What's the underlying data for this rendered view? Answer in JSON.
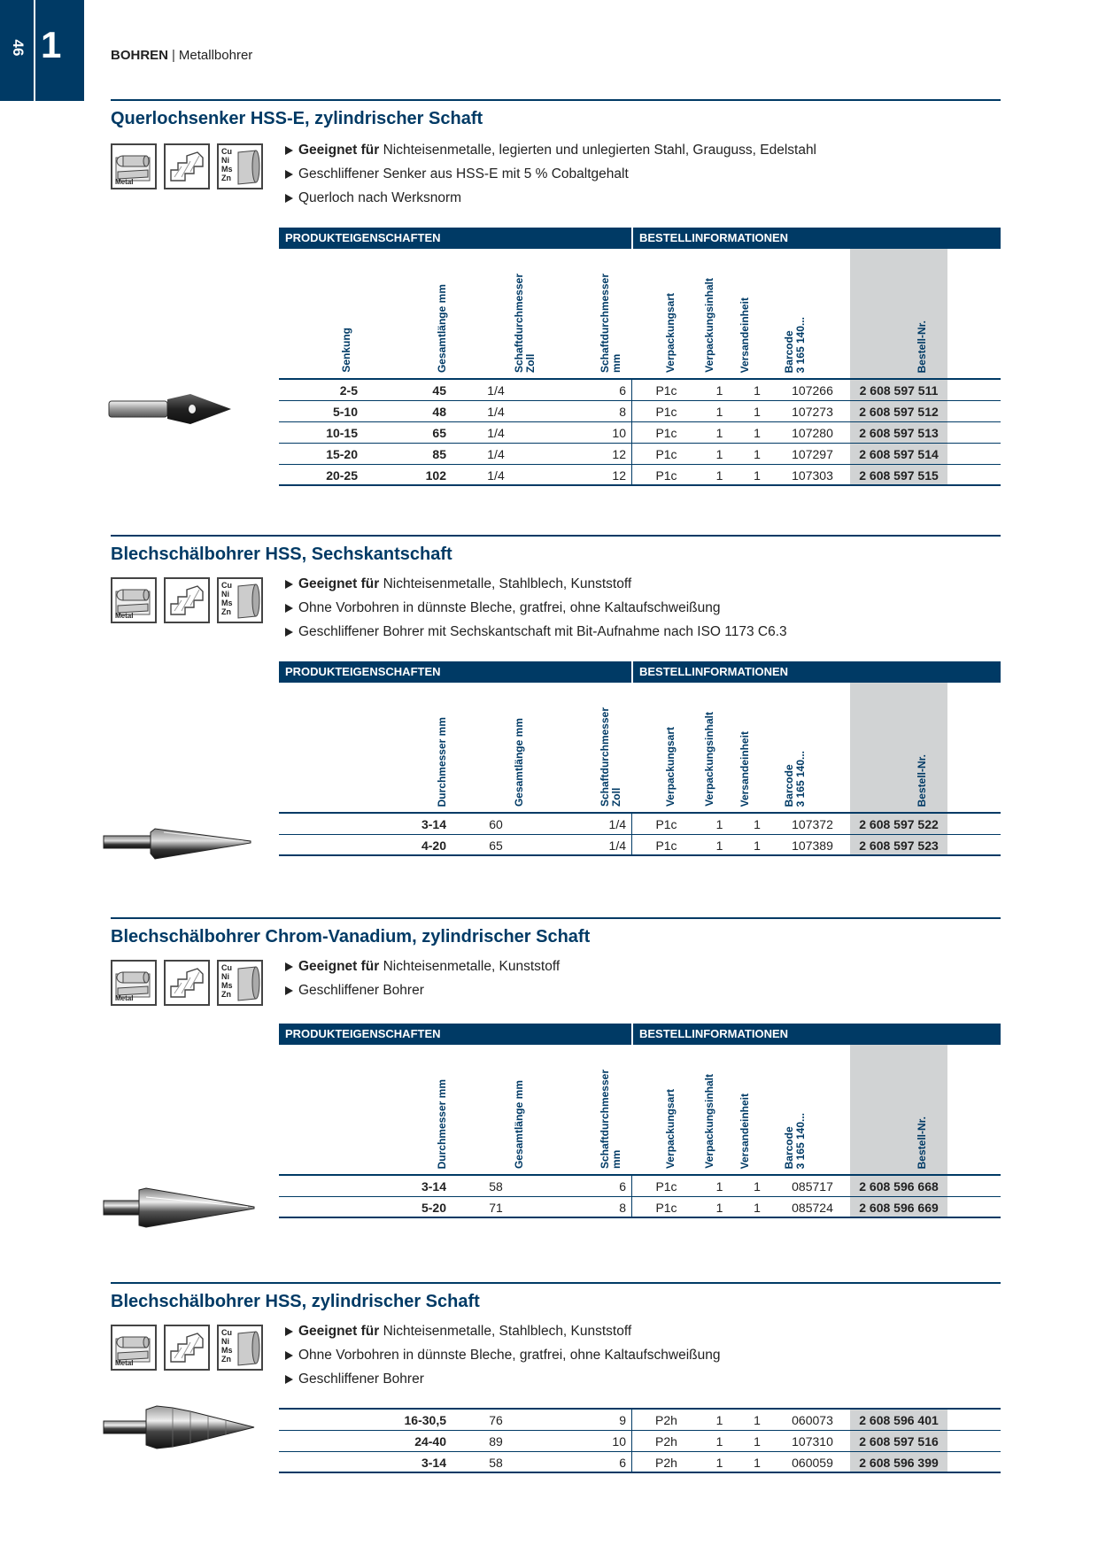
{
  "page": {
    "number": "46",
    "chapter": "1"
  },
  "header": {
    "category": "BOHREN",
    "subcategory": "Metallbohrer"
  },
  "icons": {
    "metal_label": "Metal",
    "cu_label": "Cu",
    "ni_label": "Ni",
    "ms_label": "Ms",
    "zn_label": "Zn"
  },
  "table_bar": {
    "left": "PRODUKTEIGENSCHAFTEN",
    "right": "BESTELLINFORMATIONEN"
  },
  "sections": [
    {
      "title": "Querlochsenker HSS-E, zylindrischer Schaft",
      "bullets": [
        {
          "bold": "Geeignet für",
          "text": " Nichteisenmetalle, legierten und unlegierten Stahl, Grauguss, Edelstahl"
        },
        {
          "bold": "",
          "text": "Geschliffener Senker aus HSS-E mit 5 % Cobaltgehalt"
        },
        {
          "bold": "",
          "text": "Querloch nach Werksnorm"
        }
      ],
      "headers": [
        "Senkung",
        "Gesamtlänge mm",
        "Schaftdurchmesser\nZoll",
        "Schaftdurchmesser\nmm",
        "Verpackungsart",
        "Verpackungsinhalt",
        "Versandeinheit",
        "Barcode\n3 165 140...",
        "Bestell-Nr."
      ],
      "rows": [
        [
          "2-5",
          "45",
          "1/4",
          "6",
          "P1c",
          "1",
          "1",
          "107266",
          "2 608 597 511"
        ],
        [
          "5-10",
          "48",
          "1/4",
          "8",
          "P1c",
          "1",
          "1",
          "107273",
          "2 608 597 512"
        ],
        [
          "10-15",
          "65",
          "1/4",
          "10",
          "P1c",
          "1",
          "1",
          "107280",
          "2 608 597 513"
        ],
        [
          "15-20",
          "85",
          "1/4",
          "12",
          "P1c",
          "1",
          "1",
          "107297",
          "2 608 597 514"
        ],
        [
          "20-25",
          "102",
          "1/4",
          "12",
          "P1c",
          "1",
          "1",
          "107303",
          "2 608 597 515"
        ]
      ]
    },
    {
      "title": "Blechschälbohrer HSS, Sechskantschaft",
      "bullets": [
        {
          "bold": "Geeignet für",
          "text": " Nichteisenmetalle, Stahlblech, Kunststoff"
        },
        {
          "bold": "",
          "text": "Ohne Vorbohren in dünnste Bleche, gratfrei, ohne Kaltaufschweißung"
        },
        {
          "bold": "",
          "text": "Geschliffener Bohrer mit Sechskantschaft mit Bit-Aufnahme nach ISO 1173 C6.3"
        }
      ],
      "headers": [
        "",
        "Durchmesser mm",
        "Gesamtlänge mm",
        "Schaftdurchmesser\nZoll",
        "Verpackungsart",
        "Verpackungsinhalt",
        "Versandeinheit",
        "Barcode\n3 165 140...",
        "Bestell-Nr."
      ],
      "rows": [
        [
          "",
          "3-14",
          "60",
          "1/4",
          "P1c",
          "1",
          "1",
          "107372",
          "2 608 597 522"
        ],
        [
          "",
          "4-20",
          "65",
          "1/4",
          "P1c",
          "1",
          "1",
          "107389",
          "2 608 597 523"
        ]
      ]
    },
    {
      "title": "Blechschälbohrer Chrom-Vanadium, zylindrischer Schaft",
      "bullets": [
        {
          "bold": "Geeignet für",
          "text": " Nichteisenmetalle, Kunststoff"
        },
        {
          "bold": "",
          "text": "Geschliffener Bohrer"
        }
      ],
      "headers": [
        "",
        "Durchmesser mm",
        "Gesamtlänge mm",
        "Schaftdurchmesser\nmm",
        "Verpackungsart",
        "Verpackungsinhalt",
        "Versandeinheit",
        "Barcode\n3 165 140...",
        "Bestell-Nr."
      ],
      "rows": [
        [
          "",
          "3-14",
          "58",
          "6",
          "P1c",
          "1",
          "1",
          "085717",
          "2 608 596 668"
        ],
        [
          "",
          "5-20",
          "71",
          "8",
          "P1c",
          "1",
          "1",
          "085724",
          "2 608 596 669"
        ]
      ]
    },
    {
      "title": "Blechschälbohrer HSS, zylindrischer Schaft",
      "bullets": [
        {
          "bold": "Geeignet für",
          "text": " Nichteisenmetalle, Stahlblech, Kunststoff"
        },
        {
          "bold": "",
          "text": "Ohne Vorbohren in dünnste Bleche, gratfrei, ohne Kaltaufschweißung"
        },
        {
          "bold": "",
          "text": "Geschliffener Bohrer"
        }
      ],
      "headers": [],
      "rows": [
        [
          "",
          "16-30,5",
          "76",
          "9",
          "P2h",
          "1",
          "1",
          "060073",
          "2 608 596 401"
        ],
        [
          "",
          "24-40",
          "89",
          "10",
          "P2h",
          "1",
          "1",
          "107310",
          "2 608 597 516"
        ],
        [
          "",
          "3-14",
          "58",
          "6",
          "P2h",
          "1",
          "1",
          "060059",
          "2 608 596 399"
        ]
      ]
    }
  ],
  "colors": {
    "brand": "#003a65",
    "grey_column": "#d1d3d4"
  }
}
